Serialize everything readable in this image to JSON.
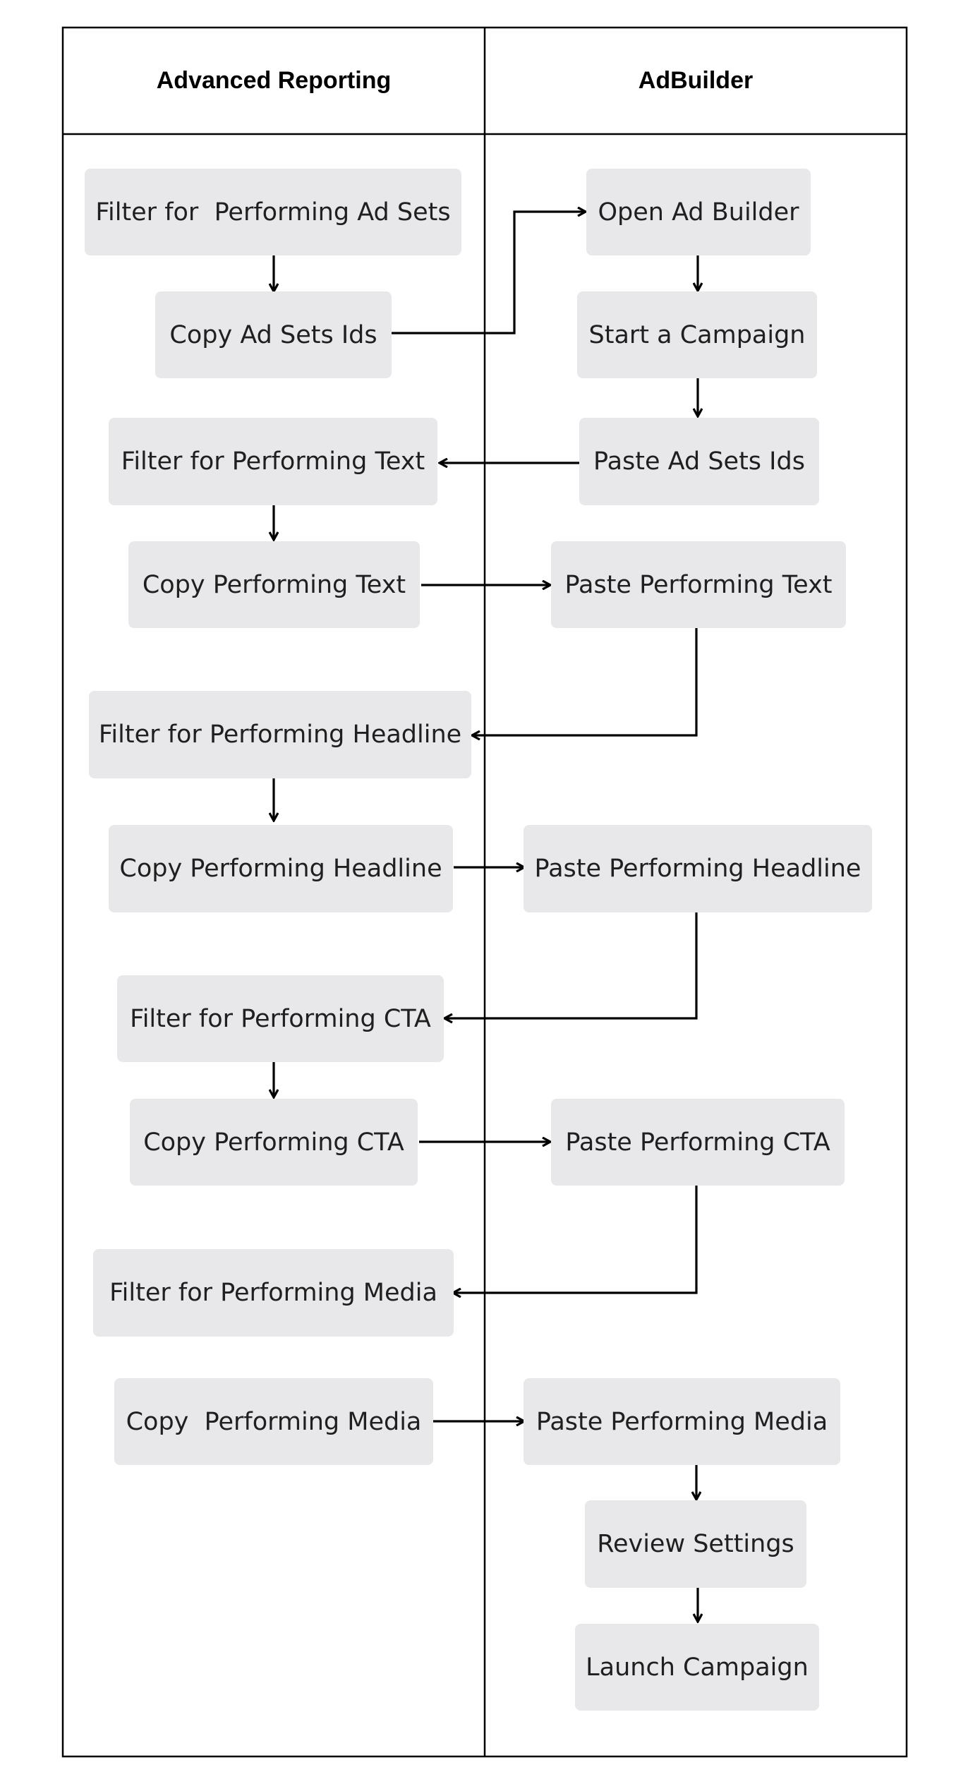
{
  "lanes": {
    "left_title": "Advanced Reporting",
    "right_title": "AdBuilder"
  },
  "steps": {
    "filter_ad_sets": "Filter for  Performing Ad Sets",
    "copy_ad_set_ids": "Copy Ad Sets Ids",
    "open_ad_builder": "Open Ad Builder",
    "start_campaign": "Start a Campaign",
    "paste_ad_set_ids": "Paste Ad Sets Ids",
    "filter_text": "Filter for Performing Text",
    "copy_text": "Copy Performing Text",
    "paste_text": "Paste Performing Text",
    "filter_headline": "Filter for Performing Headline",
    "copy_headline": "Copy Performing Headline",
    "paste_headline": "Paste Performing Headline",
    "filter_cta": "Filter for Performing CTA",
    "copy_cta": "Copy Performing CTA",
    "paste_cta": "Paste Performing CTA",
    "filter_media": "Filter for Performing Media",
    "copy_media": "Copy  Performing Media",
    "paste_media": "Paste Performing Media",
    "review_settings": "Review Settings",
    "launch_campaign": "Launch Campaign"
  },
  "colors": {
    "box_fill": "#e8e8ea",
    "line": "#000000",
    "text": "#1f1f1f",
    "background": "#ffffff"
  }
}
